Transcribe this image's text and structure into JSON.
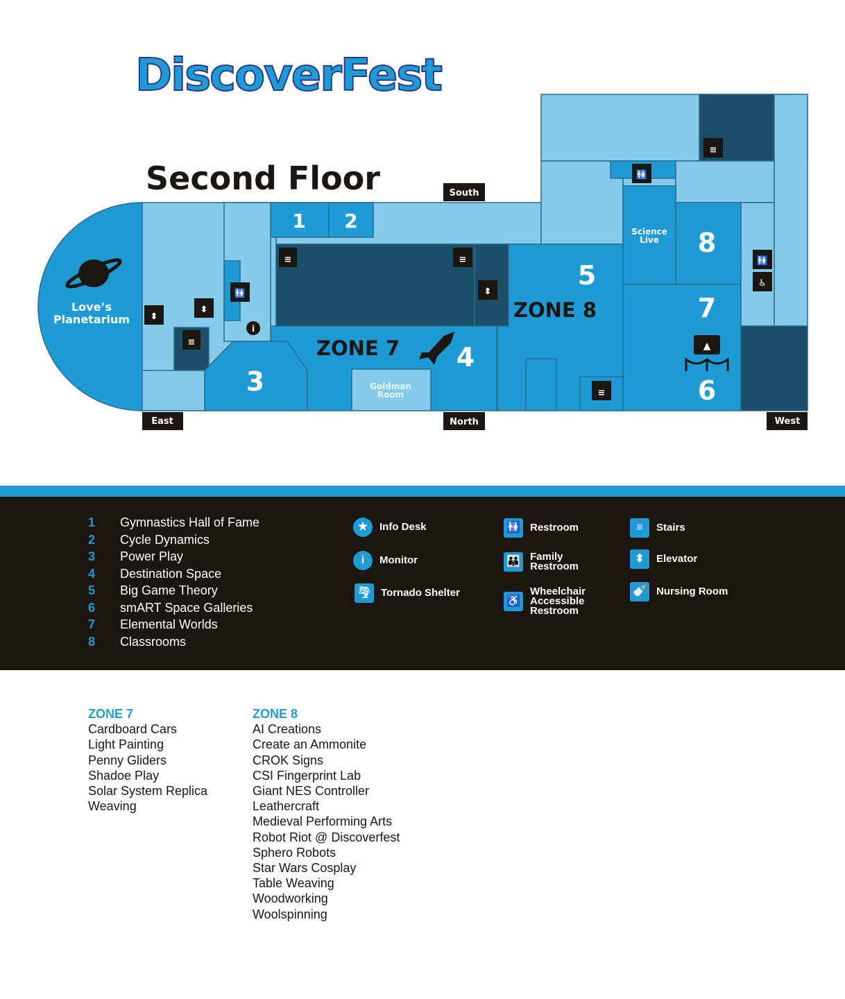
{
  "logo": "DiscoverFest",
  "title": "Second Floor",
  "map": {
    "directions": {
      "south": "South",
      "east": "East",
      "north": "North",
      "west": "West"
    },
    "planetarium": [
      "Love’s",
      "Planetarium"
    ],
    "rooms": [
      "1",
      "2",
      "3",
      "4",
      "5",
      "6",
      "7",
      "8"
    ],
    "zone7": "ZONE 7",
    "zone8": "ZONE 8",
    "goldman": [
      "Goldman",
      "Room"
    ],
    "science_live": [
      "Science",
      "Live"
    ],
    "colors": {
      "light": "#85cbe9",
      "mid": "#1e9ad6",
      "dark": "#1b4f69",
      "ink": "#1b1610"
    }
  },
  "legend": {
    "exhibits": [
      {
        "n": "1",
        "label": "Gymnastics Hall of Fame"
      },
      {
        "n": "2",
        "label": "Cycle Dynamics"
      },
      {
        "n": "3",
        "label": "Power Play"
      },
      {
        "n": "4",
        "label": "Destination Space"
      },
      {
        "n": "5",
        "label": "Big Game Theory"
      },
      {
        "n": "6",
        "label": "smART Space Galleries"
      },
      {
        "n": "7",
        "label": "Elemental Worlds"
      },
      {
        "n": "8",
        "label": "Classrooms"
      }
    ],
    "info_desk": "Info Desk",
    "monitor": "Monitor",
    "tornado": "Tornado Shelter",
    "restroom": "Restroom",
    "family": [
      "Family",
      "Restroom"
    ],
    "wheelchair": [
      "Wheelchair",
      "Accessible",
      "Restroom"
    ],
    "stairs": "Stairs",
    "elevator": "Elevator",
    "nursing": "Nursing Room"
  },
  "zones": [
    {
      "title": "ZONE 7",
      "items": [
        "Cardboard Cars",
        "Light Painting",
        "Penny Gliders",
        "Shadoe Play",
        "Solar System Replica",
        "Weaving"
      ]
    },
    {
      "title": "ZONE 8",
      "items": [
        "AI Creations",
        "Create an Ammonite",
        "CROK Signs",
        "CSI Fingerprint Lab",
        "Giant NES Controller",
        "Leathercraft",
        "Medieval Performing Arts",
        "Robot Riot @ Discoverfest",
        "Sphero Robots",
        "Star Wars Cosplay",
        "Table Weaving",
        "Woodworking",
        "Woolspinning"
      ]
    }
  ]
}
